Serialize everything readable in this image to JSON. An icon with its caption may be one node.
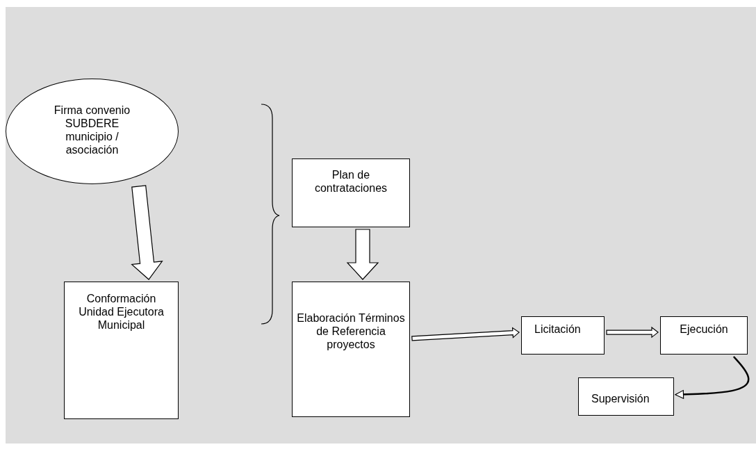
{
  "diagram": {
    "nodes": [
      {
        "text": [
          "Firma convenio SUBDERE municipio / asociación"
        ]
      },
      {
        "text": [
          "Plan de contrataciones"
        ]
      },
      {
        "text": [
          "Conformación Unidad Ejecutora Municipal"
        ]
      },
      {
        "text": [
          "Elaboración Términos de Referencia proyectos"
        ]
      },
      {
        "text": [
          "Licitación"
        ]
      },
      {
        "text": [
          "Ejecución"
        ]
      },
      {
        "text": [
          "Supervisión"
        ]
      }
    ],
    "edges": [
      {
        "from": 0,
        "to": 2,
        "arrow": "to"
      },
      {
        "from": 1,
        "to": 3,
        "arrow": "to"
      },
      {
        "from": 3,
        "to": 4,
        "arrow": "to"
      },
      {
        "from": 4,
        "to": 5,
        "arrow": "to"
      },
      {
        "from": 5,
        "to": 6,
        "arrow": "to"
      }
    ]
  }
}
